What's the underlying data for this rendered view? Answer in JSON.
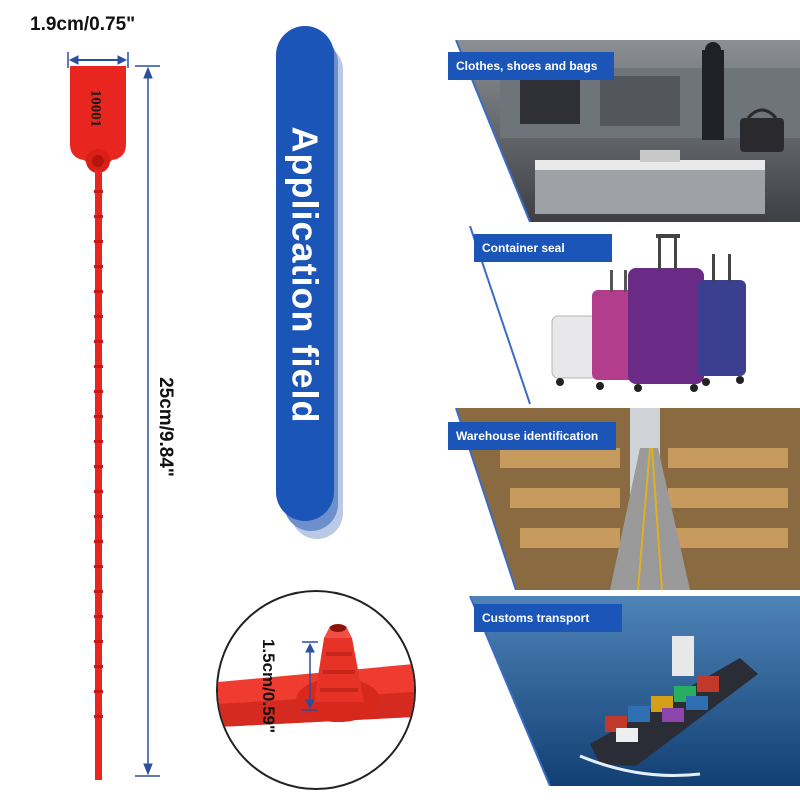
{
  "seal": {
    "width_label": "1.9cm/0.75\"",
    "length_label": "25cm/9.84\"",
    "serial_number": "10001",
    "height_label": "1.5cm/0.59\"",
    "color": "#e8251e"
  },
  "banner": {
    "title": "Application field",
    "color": "#1b55b8"
  },
  "applications": [
    {
      "label": "Clothes, shoes and bags"
    },
    {
      "label": "Container seal"
    },
    {
      "label": "Warehouse identification"
    },
    {
      "label": "Customs transport"
    }
  ],
  "colors": {
    "accent_blue": "#1b55b8",
    "dimension_line": "#2a4f9e"
  }
}
